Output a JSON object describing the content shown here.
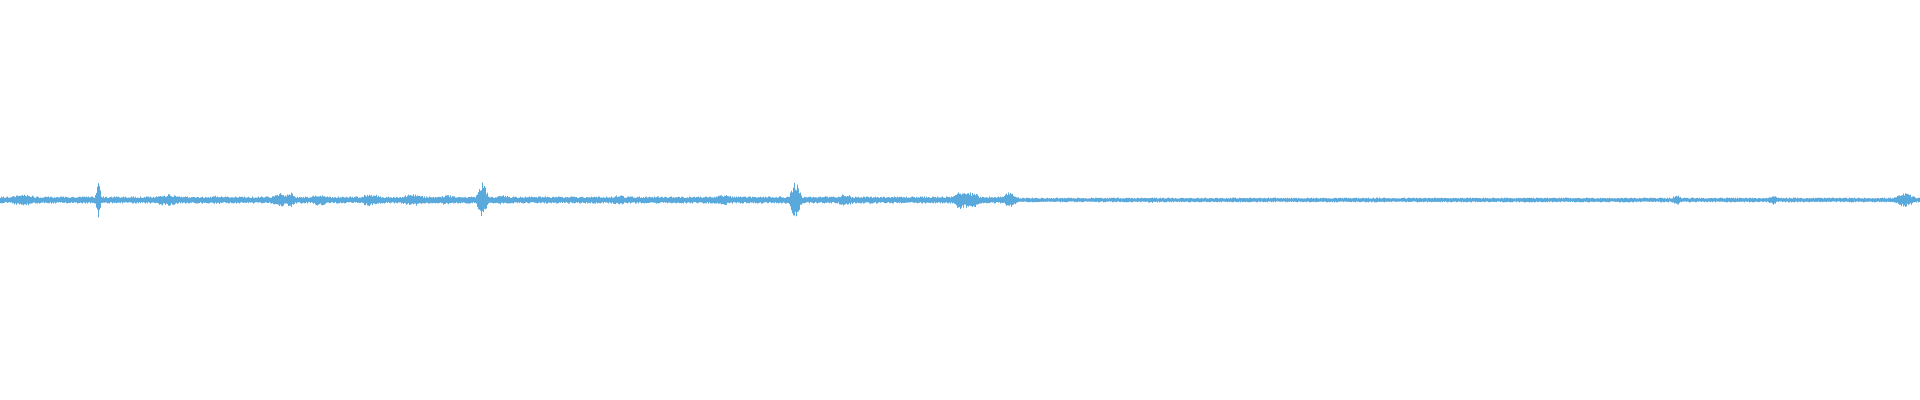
{
  "waveform": {
    "color": "#5aa9dc",
    "background": "#ffffff",
    "amplitude_scale": "linear",
    "baseline_noise_level": 0.018,
    "bursts": [
      {
        "position": 0.012,
        "peak": 0.03,
        "width": 0.006
      },
      {
        "position": 0.051,
        "peak": 0.09,
        "width": 0.001
      },
      {
        "position": 0.087,
        "peak": 0.03,
        "width": 0.006
      },
      {
        "position": 0.112,
        "peak": 0.022,
        "width": 0.006
      },
      {
        "position": 0.146,
        "peak": 0.035,
        "width": 0.004
      },
      {
        "position": 0.151,
        "peak": 0.04,
        "width": 0.002
      },
      {
        "position": 0.166,
        "peak": 0.03,
        "width": 0.004
      },
      {
        "position": 0.193,
        "peak": 0.03,
        "width": 0.006
      },
      {
        "position": 0.215,
        "peak": 0.03,
        "width": 0.006
      },
      {
        "position": 0.233,
        "peak": 0.025,
        "width": 0.006
      },
      {
        "position": 0.251,
        "peak": 0.09,
        "width": 0.002
      },
      {
        "position": 0.262,
        "peak": 0.025,
        "width": 0.004
      },
      {
        "position": 0.322,
        "peak": 0.025,
        "width": 0.004
      },
      {
        "position": 0.377,
        "peak": 0.025,
        "width": 0.006
      },
      {
        "position": 0.414,
        "peak": 0.09,
        "width": 0.002
      },
      {
        "position": 0.44,
        "peak": 0.03,
        "width": 0.004
      },
      {
        "position": 0.5,
        "peak": 0.045,
        "width": 0.003
      },
      {
        "position": 0.504,
        "peak": 0.05,
        "width": 0.002
      },
      {
        "position": 0.507,
        "peak": 0.045,
        "width": 0.002
      },
      {
        "position": 0.526,
        "peak": 0.04,
        "width": 0.003
      },
      {
        "position": 0.6,
        "peak": 0.015,
        "width": 0.004
      },
      {
        "position": 0.873,
        "peak": 0.025,
        "width": 0.002
      },
      {
        "position": 0.923,
        "peak": 0.025,
        "width": 0.002
      },
      {
        "position": 0.992,
        "peak": 0.035,
        "width": 0.004
      }
    ],
    "quiet_region": {
      "start": 0.53,
      "end": 1.0,
      "level": 0.012
    }
  }
}
